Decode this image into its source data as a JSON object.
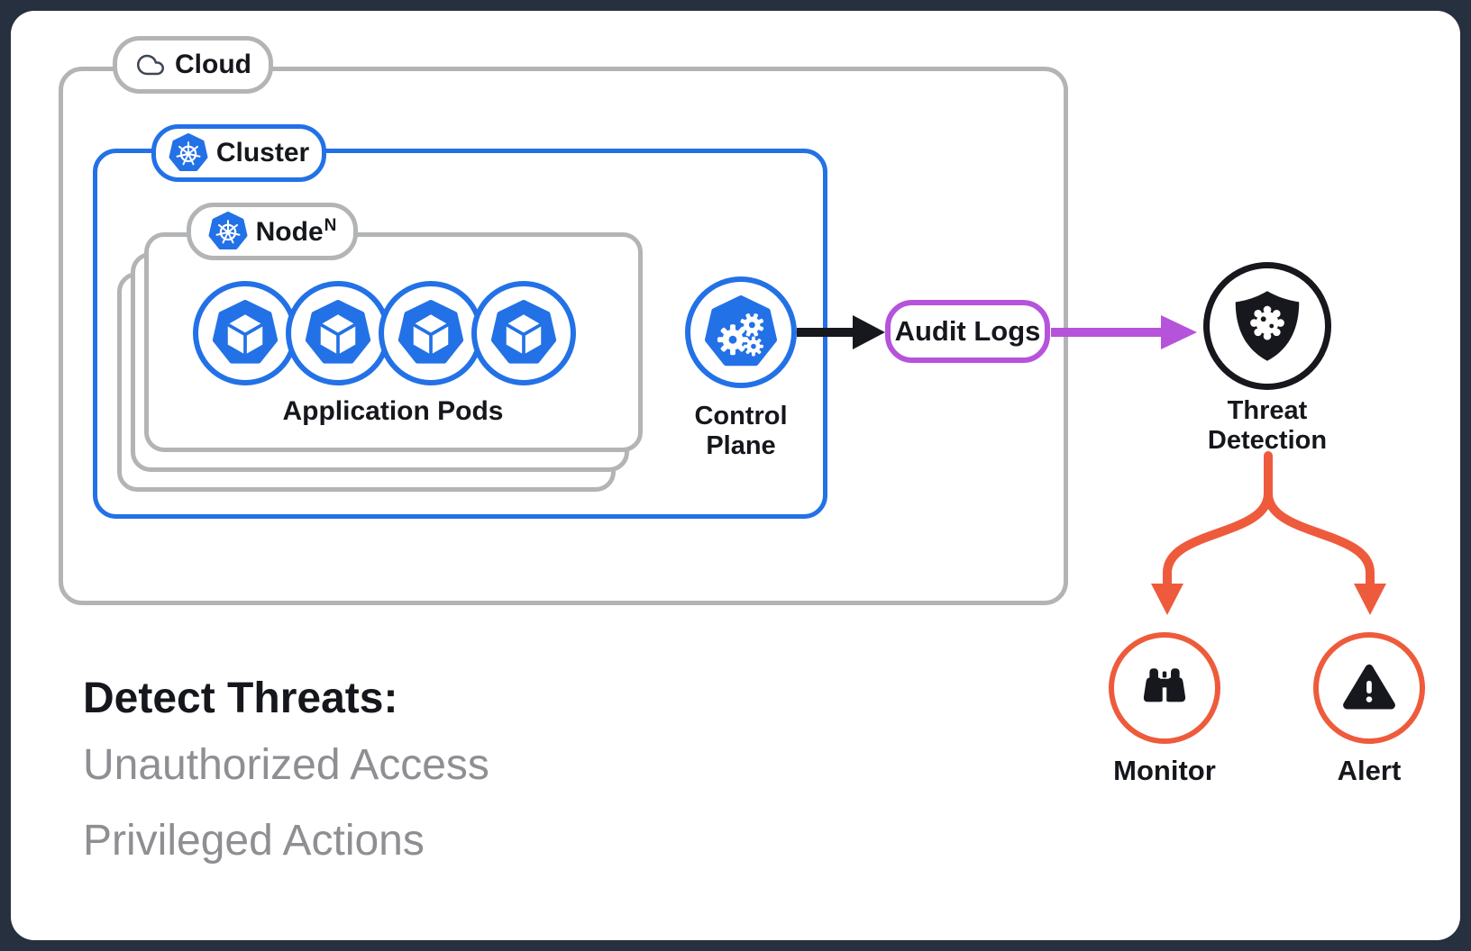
{
  "colors": {
    "background": "#26303E",
    "card": "#FFFFFF",
    "gray_border": "#B3B4B6",
    "blue": "#2371E6",
    "purple": "#B653DB",
    "orange": "#EE5B3C",
    "ink": "#15171C",
    "muted_text": "#8E8E93"
  },
  "diagram": {
    "cloud": {
      "label": "Cloud",
      "icon": "cloud-icon"
    },
    "cluster": {
      "label": "Cluster",
      "icon": "kubernetes-icon"
    },
    "node": {
      "label": "Node",
      "superscript": "N",
      "icon": "kubernetes-icon"
    },
    "pods": {
      "label": "Application Pods",
      "count": 4,
      "icon": "pod-cube-icon"
    },
    "control_plane": {
      "label": "Control Plane",
      "icon": "gears-icon"
    },
    "audit_logs": {
      "label": "Audit Logs"
    },
    "threat_detection": {
      "label": "Threat Detection",
      "icon": "shield-virus-icon"
    },
    "monitor": {
      "label": "Monitor",
      "icon": "binoculars-icon"
    },
    "alert": {
      "label": "Alert",
      "icon": "warning-triangle-icon"
    }
  },
  "caption": {
    "title": "Detect Threats:",
    "items": [
      "Unauthorized Access",
      "Privileged Actions"
    ]
  }
}
